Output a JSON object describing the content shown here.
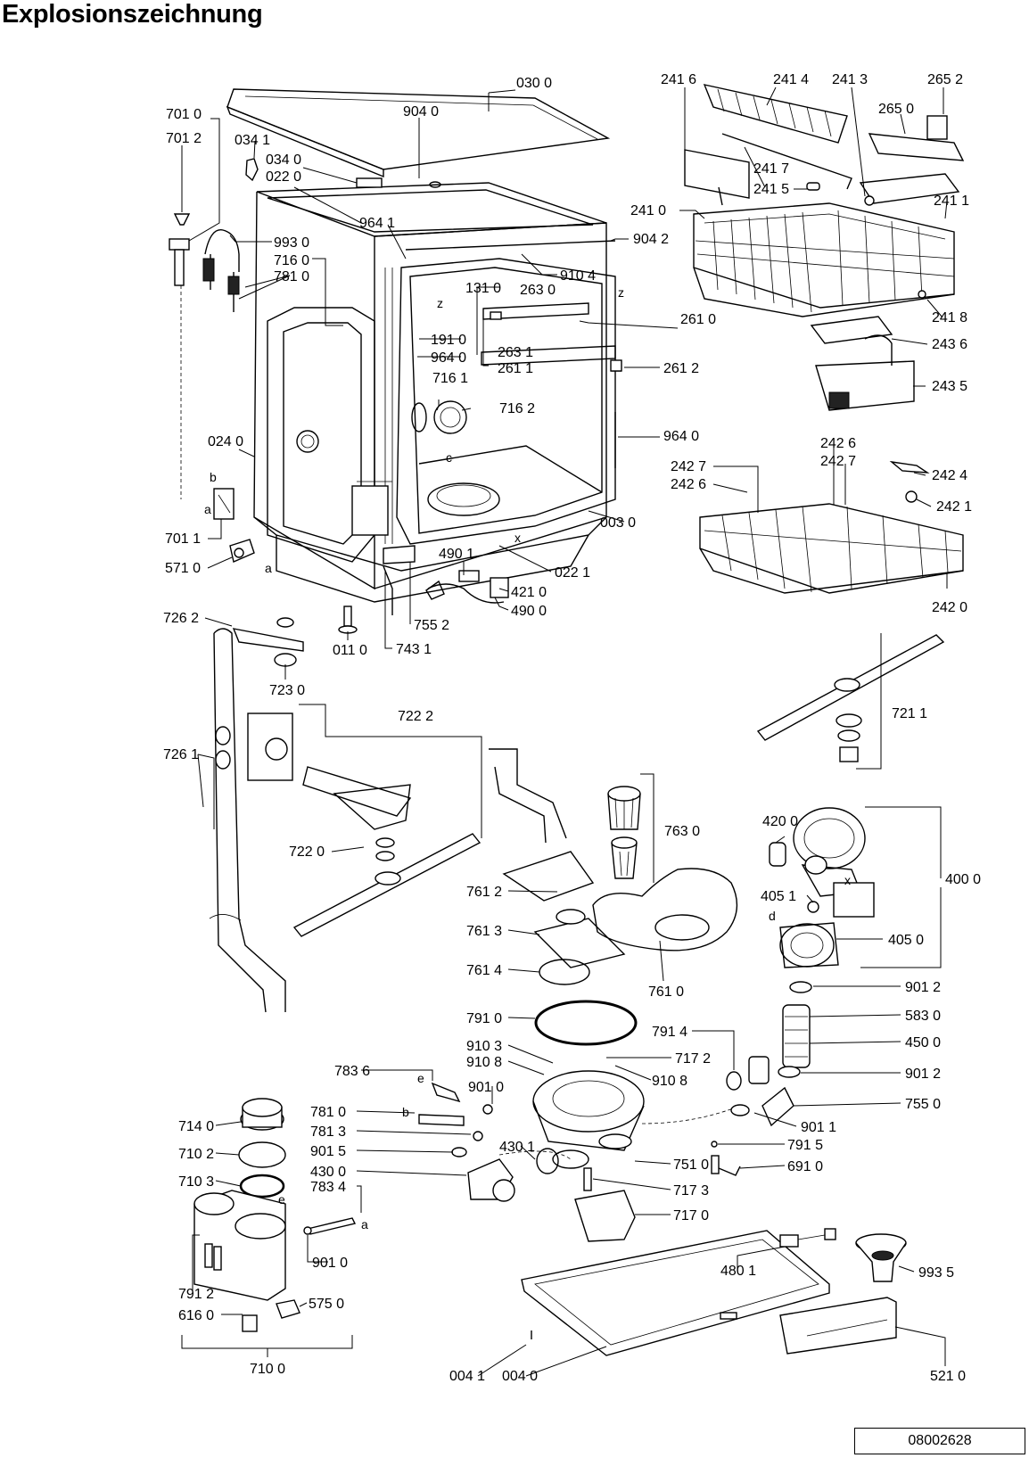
{
  "title": "Explosionszeichnung",
  "document_number": "08002628",
  "labels": {
    "p030_0": "030 0",
    "p904_0": "904 0",
    "p701_0": "701 0",
    "p701_2": "701 2",
    "p034_1": "034 1",
    "p034_0": "034 0",
    "p022_0": "022 0",
    "p964_1": "964 1",
    "p904_2": "904 2",
    "p993_0": "993 0",
    "p716_0": "716 0",
    "p781_0a": "781 0",
    "p910_4": "910 4",
    "p131_0": "131 0",
    "p263_0": "263 0",
    "p261_0": "261 0",
    "p191_0": "191 0",
    "p964_0a": "964 0",
    "p263_1": "263 1",
    "p261_1": "261 1",
    "p261_2": "261 2",
    "p716_1": "716 1",
    "p716_2": "716 2",
    "p964_0b": "964 0",
    "p024_0": "024 0",
    "p003_0": "003 0",
    "p701_1": "701 1",
    "p571_0": "571 0",
    "p490_1": "490 1",
    "p022_1": "022 1",
    "p421_0": "421 0",
    "p490_0": "490 0",
    "p755_2": "755 2",
    "p743_1": "743 1",
    "p011_0": "011 0",
    "p241_6": "241 6",
    "p241_4": "241 4",
    "p241_3": "241 3",
    "p265_2": "265 2",
    "p265_0": "265 0",
    "p241_7": "241 7",
    "p241_5": "241 5",
    "p241_0": "241 0",
    "p241_1": "241 1",
    "p241_8": "241 8",
    "p243_6": "243 6",
    "p243_5": "243 5",
    "p242_6a": "242 6",
    "p242_7a": "242 7",
    "p242_7b": "242 7",
    "p242_6b": "242 6",
    "p242_4": "242 4",
    "p242_1": "242 1",
    "p242_0": "242 0",
    "p726_2": "726 2",
    "p723_0": "723 0",
    "p722_2": "722 2",
    "p726_1": "726 1",
    "p722_0": "722 0",
    "p721_1": "721 1",
    "p763_0": "763 0",
    "p761_2": "761 2",
    "p761_3": "761 3",
    "p761_4": "761 4",
    "p761_0": "761 0",
    "p420_0": "420 0",
    "p400_0": "400 0",
    "p405_1": "405 1",
    "p405_0": "405 0",
    "p901_2a": "901 2",
    "p583_0": "583 0",
    "p450_0": "450 0",
    "p901_2b": "901 2",
    "p755_0": "755 0",
    "p791_0": "791 0",
    "p791_4": "791 4",
    "p910_3": "910 3",
    "p717_2": "717 2",
    "p910_8a": "910 8",
    "p910_8b": "910 8",
    "p901_0a": "901 0",
    "p783_6": "783 6",
    "p781_0b": "781 0",
    "p781_3": "781 3",
    "p901_5": "901 5",
    "p430_0": "430 0",
    "p430_1": "430 1",
    "p751_0": "751 0",
    "p717_3": "717 3",
    "p717_0": "717 0",
    "p901_1": "901 1",
    "p791_5": "791 5",
    "p691_0": "691 0",
    "p714_0": "714 0",
    "p710_2": "710 2",
    "p710_3": "710 3",
    "p783_4": "783 4",
    "p901_0b": "901 0",
    "p791_2": "791 2",
    "p616_0": "616 0",
    "p575_0": "575 0",
    "p710_0": "710 0",
    "p480_1": "480 1",
    "p993_5": "993 5",
    "p004_1": "004 1",
    "p004_0": "004 0",
    "p521_0": "521 0"
  },
  "markers": {
    "a1": "a",
    "a2": "a",
    "a3": "a",
    "b1": "b",
    "b2": "b",
    "c": "c",
    "d": "d",
    "e1": "e",
    "e2": "e",
    "x1": "x",
    "x2": "x",
    "z1": "z",
    "z2": "z"
  }
}
